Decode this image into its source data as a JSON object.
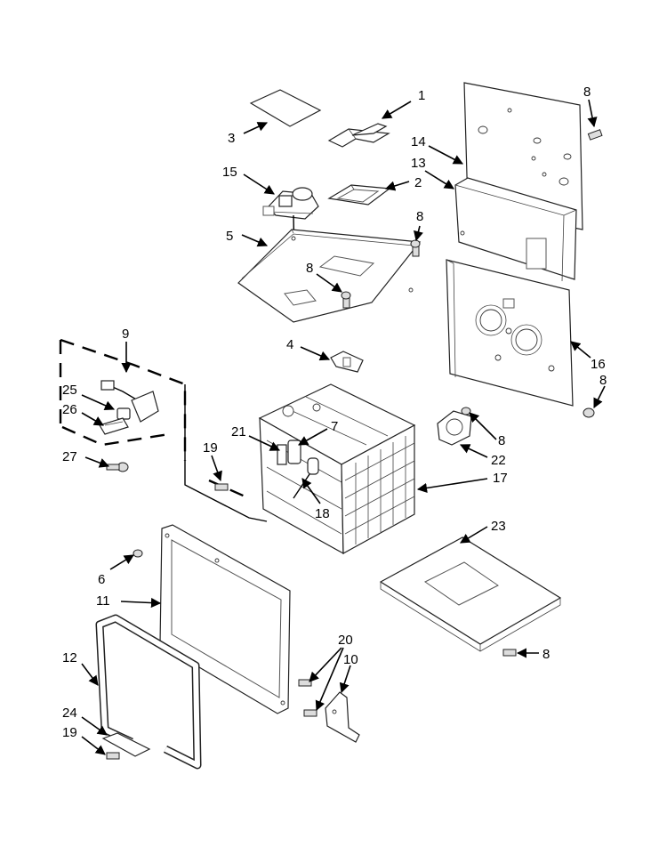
{
  "callouts": [
    {
      "id": "c1",
      "label": "1"
    },
    {
      "id": "c2",
      "label": "2"
    },
    {
      "id": "c3",
      "label": "3"
    },
    {
      "id": "c4",
      "label": "4"
    },
    {
      "id": "c5",
      "label": "5"
    },
    {
      "id": "c6",
      "label": "6"
    },
    {
      "id": "c7",
      "label": "7"
    },
    {
      "id": "c8a",
      "label": "8"
    },
    {
      "id": "c8b",
      "label": "8"
    },
    {
      "id": "c8c",
      "label": "8"
    },
    {
      "id": "c8d",
      "label": "8"
    },
    {
      "id": "c8e",
      "label": "8"
    },
    {
      "id": "c8f",
      "label": "8"
    },
    {
      "id": "c9",
      "label": "9"
    },
    {
      "id": "c10",
      "label": "10"
    },
    {
      "id": "c11",
      "label": "11"
    },
    {
      "id": "c12",
      "label": "12"
    },
    {
      "id": "c13",
      "label": "13"
    },
    {
      "id": "c14",
      "label": "14"
    },
    {
      "id": "c15",
      "label": "15"
    },
    {
      "id": "c16",
      "label": "16"
    },
    {
      "id": "c17",
      "label": "17"
    },
    {
      "id": "c18",
      "label": "18"
    },
    {
      "id": "c19a",
      "label": "19"
    },
    {
      "id": "c19b",
      "label": "19"
    },
    {
      "id": "c20",
      "label": "20"
    },
    {
      "id": "c21",
      "label": "21"
    },
    {
      "id": "c22",
      "label": "22"
    },
    {
      "id": "c23",
      "label": "23"
    },
    {
      "id": "c24",
      "label": "24"
    },
    {
      "id": "c25",
      "label": "25"
    },
    {
      "id": "c26",
      "label": "26"
    },
    {
      "id": "c27",
      "label": "27"
    }
  ]
}
